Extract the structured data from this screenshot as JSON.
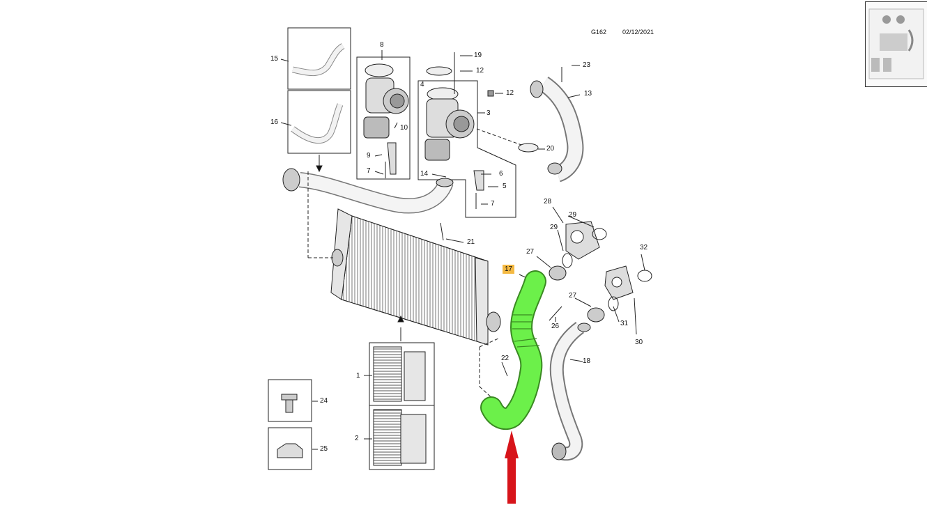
{
  "header": {
    "code": "G162",
    "date": "02/12/2021"
  },
  "callouts": {
    "c1": "1",
    "c2": "2",
    "c3": "3",
    "c4": "4",
    "c5": "5",
    "c6": "6",
    "c7a": "7",
    "c7b": "7",
    "c8": "8",
    "c9": "9",
    "c10": "10",
    "c12a": "12",
    "c12b": "12",
    "c13": "13",
    "c14": "14",
    "c15": "15",
    "c16": "16",
    "c17": "17",
    "c18": "18",
    "c19": "19",
    "c20": "20",
    "c21": "21",
    "c22": "22",
    "c23": "23",
    "c24": "24",
    "c25": "25",
    "c26": "26",
    "c27a": "27",
    "c27b": "27",
    "c28": "28",
    "c29a": "29",
    "c29b": "29",
    "c30": "30",
    "c31": "31",
    "c32": "32"
  },
  "highlight": {
    "part": "17",
    "color": "#6cf04a",
    "label_bg": "#f4b942",
    "arrow_color": "#d7141a"
  }
}
